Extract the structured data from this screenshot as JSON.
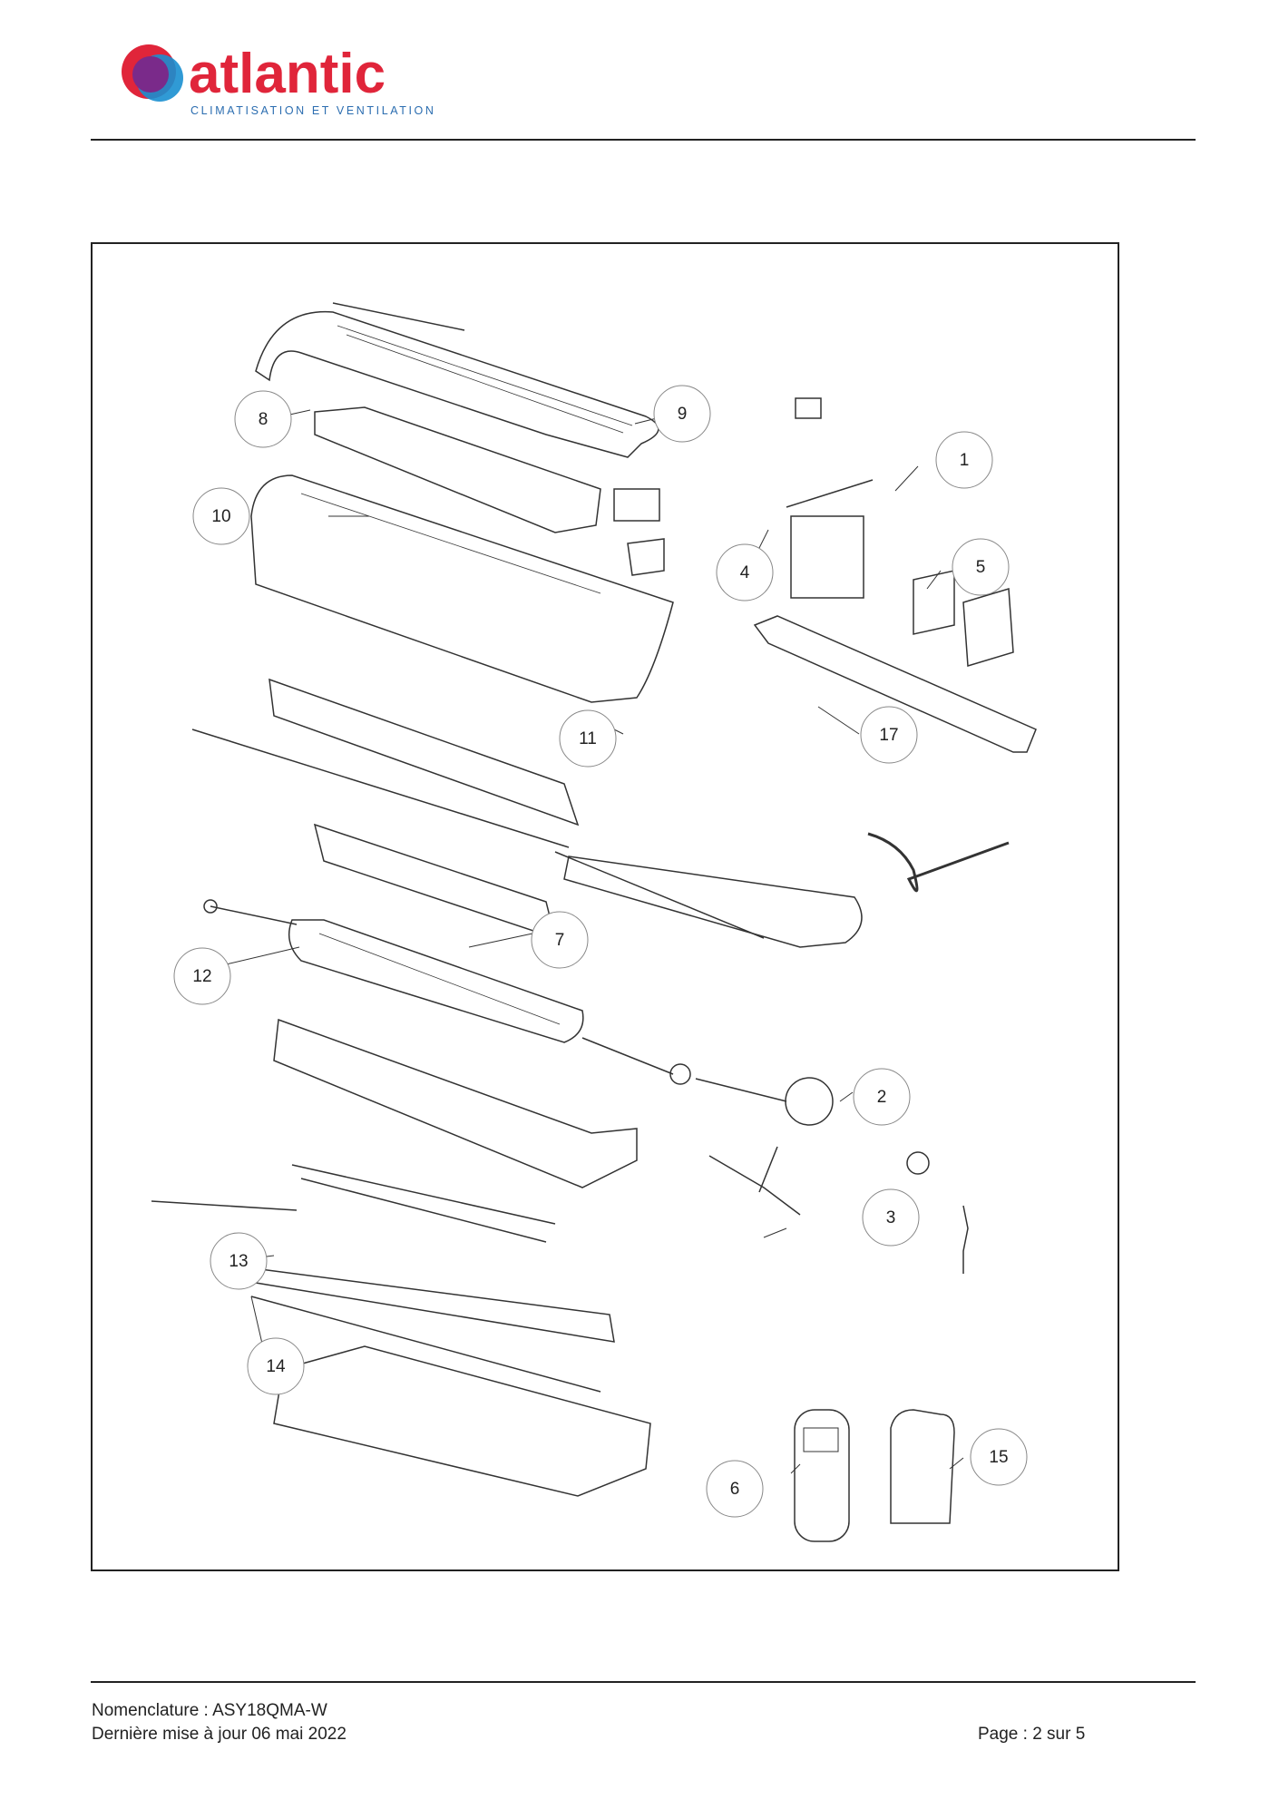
{
  "brand": {
    "name": "atlantic",
    "tagline": "CLIMATISATION ET VENTILATION",
    "colors": {
      "wordmark": "#e0253a",
      "tagline": "#2b6db0",
      "mark_red": "#e0253a",
      "mark_purple": "#7a2a8a",
      "mark_blue": "#1a8fd0"
    }
  },
  "diagram": {
    "callouts": [
      "1",
      "2",
      "3",
      "4",
      "5",
      "6",
      "7",
      "8",
      "9",
      "10",
      "11",
      "12",
      "13",
      "14",
      "15",
      "17"
    ]
  },
  "footer": {
    "nomenclature": "Nomenclature : ASY18QMA-W",
    "updated": "Dernière mise à jour 06 mai 2022",
    "page": "Page : 2 sur 5"
  }
}
